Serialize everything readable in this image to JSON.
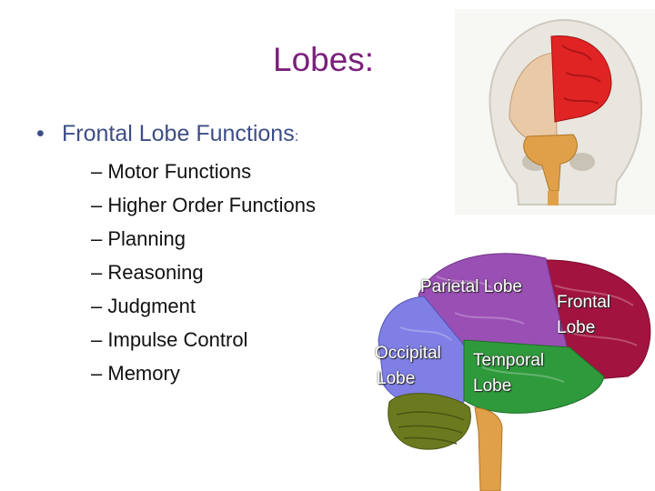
{
  "slide": {
    "title": "Lobes:",
    "bullet": {
      "text": "Frontal Lobe Functions",
      "suffix": ":"
    },
    "subitems": [
      "Motor Functions",
      "Higher Order Functions",
      "Planning",
      "Reasoning",
      "Judgment",
      "Impulse Control",
      "Memory"
    ],
    "dash": "–"
  },
  "brain_figure": {
    "labels": {
      "parietal": "Parietal Lobe",
      "frontal_1": "Frontal",
      "frontal_2": "Lobe",
      "occipital_1": "Occipital",
      "occipital_2": "Lobe",
      "temporal_1": "Temporal",
      "temporal_2": "Lobe"
    }
  },
  "colors": {
    "title": "#7a1f7a",
    "bullet_text": "#3d4e86",
    "frontal_lobe": "#a3133f",
    "parietal_lobe": "#9a4fb4",
    "occipital_lobe": "#7f7fe6",
    "temporal_lobe": "#2f9a3c",
    "cerebellum": "#6b7a1f",
    "brainstem": "#e0a04a",
    "skull_frontal_highlight": "#e02424"
  }
}
